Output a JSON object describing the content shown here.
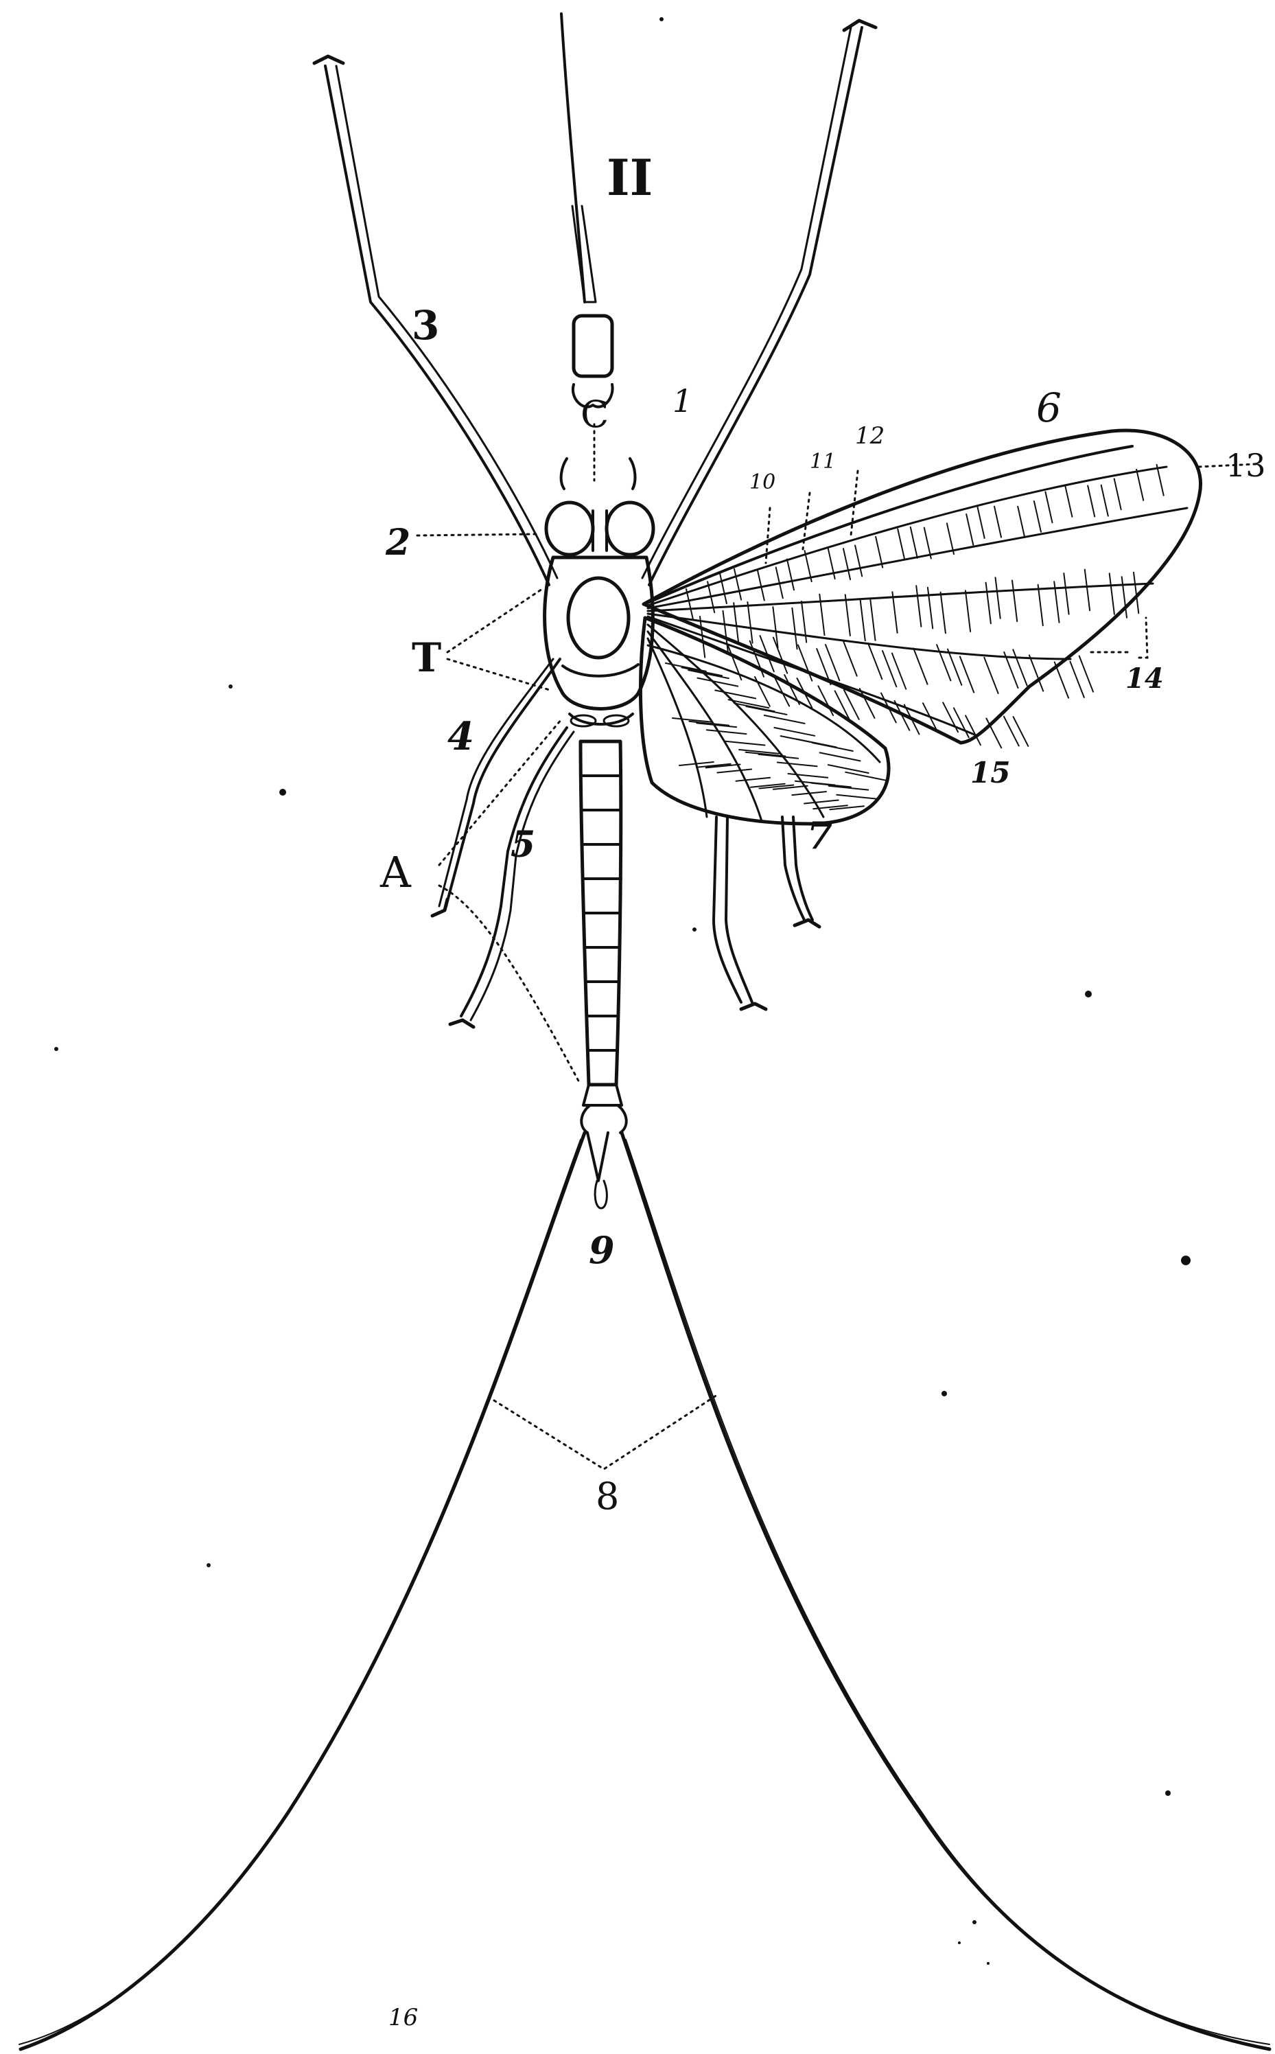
{
  "figure": {
    "background": "#ffffff",
    "ink_color": "#111111",
    "labels": {
      "II": "II",
      "C": "C",
      "n1": "1",
      "n2": "2",
      "n3": "3",
      "T": "T",
      "n4": "4",
      "A": "A",
      "n5": "5",
      "n6": "6",
      "n7": "7",
      "n8": "8",
      "n9": "9",
      "n10": "10",
      "n11": "11",
      "n12": "12",
      "n13": "13",
      "n14": "14",
      "n15": "15",
      "n16": "16"
    }
  }
}
